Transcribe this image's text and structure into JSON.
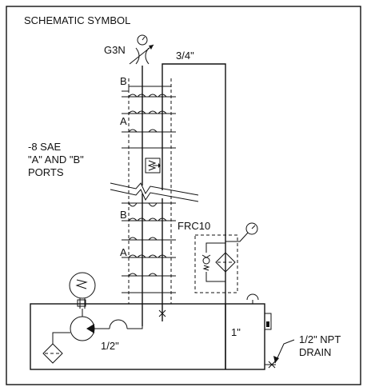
{
  "title": "SCHEMATIC SYMBOL",
  "labels": {
    "valve": "G3N",
    "line_top": "3/4\"",
    "section_b_upper": "B",
    "section_a_upper": "A",
    "ports_line1": "-8 SAE",
    "ports_line2": "\"A\" AND \"B\"",
    "ports_line3": "PORTS",
    "section_b_lower": "B",
    "flow_control": "FRC10",
    "section_a_lower": "A",
    "pump_line": "1/2\"",
    "return_line": "1\"",
    "drain_line1": "1/2\" NPT",
    "drain_line2": "DRAIN"
  },
  "colors": {
    "ink": "#111111",
    "background": "#ffffff"
  },
  "icons": [
    "gauge-icon",
    "filter-icon",
    "pump-icon",
    "motor-icon",
    "check-valve-icon",
    "relief-valve-icon",
    "breather-icon",
    "sight-gauge-icon"
  ]
}
